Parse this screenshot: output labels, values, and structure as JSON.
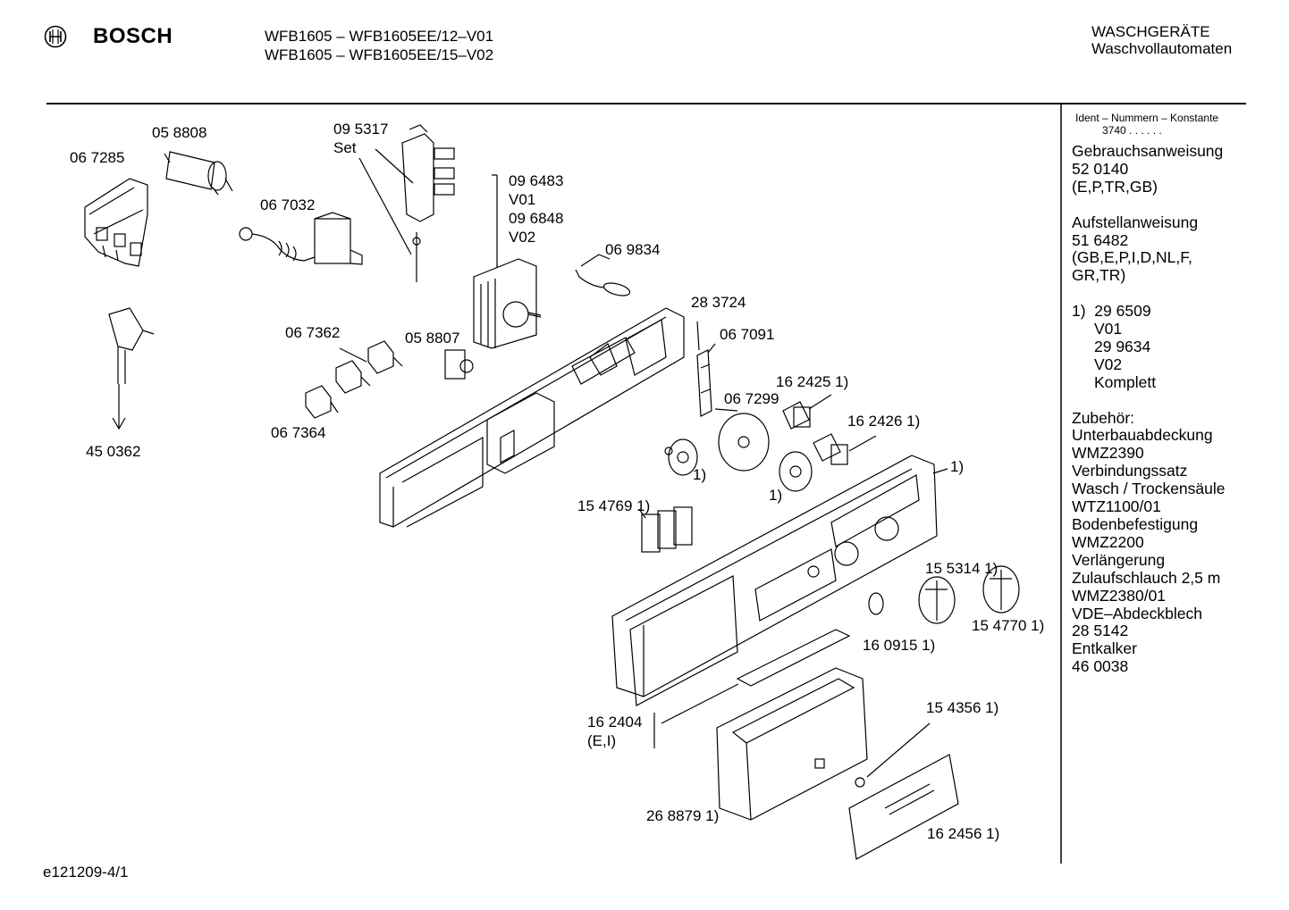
{
  "header": {
    "brand": "BOSCH",
    "models": [
      "WFB1605 – WFB1605EE/12–V01",
      "WFB1605 – WFB1605EE/15–V02"
    ],
    "category": [
      "WASCHGERÄTE",
      "Waschvollautomaten"
    ]
  },
  "ident": {
    "title": "Ident – Nummern – Konstante",
    "value": "3740  .   .    .  .  .  ."
  },
  "side_info": {
    "groups": [
      [
        "Gebrauchsanweisung",
        "52 0140",
        "(E,P,TR,GB)"
      ],
      [
        "Aufstellanweisung",
        "51 6482",
        "(GB,E,P,I,D,NL,F,",
        "GR,TR)"
      ]
    ],
    "note": {
      "marker": "1)",
      "first": "29 6509",
      "rest": [
        "V01",
        "29 9634",
        "V02",
        "Komplett"
      ]
    },
    "accessories": [
      "Zubehör:",
      "Unterbauabdeckung",
      "WMZ2390",
      "Verbindungssatz",
      "Wasch / Trockensäule",
      "WTZ1100/01",
      "Bodenbefestigung",
      "WMZ2200",
      "Verlängerung",
      "Zulaufschlauch 2,5 m",
      "WMZ2380/01",
      "VDE–Abdeckblech",
      "28 5142",
      "Entkalker",
      "46 0038"
    ]
  },
  "parts": {
    "p058808": "05 8808",
    "p067285": "06 7285",
    "p095317": "09 5317",
    "set": "Set",
    "p067032": "06 7032",
    "p096483": "09 6483",
    "v01": "V01",
    "p096848": "09 6848",
    "v02": "V02",
    "p069834": "06 9834",
    "p283724": "28 3724",
    "p067091": "06 7091",
    "p067362": "06 7362",
    "p058807": "05 8807",
    "p067364": "06 7364",
    "p450362": "45 0362",
    "p067299": "06 7299",
    "p162425": "16 2425 1)",
    "p162426": "16 2426 1)",
    "note_a": "1)",
    "note_b": "1)",
    "note_c": "1)",
    "p154769": "15 4769 1)",
    "p155314": "15 5314 1)",
    "p154770": "15 4770 1)",
    "p160915": "16 0915 1)",
    "p162404": "16 2404",
    "ei": "(E,I)",
    "p154356": "15 4356 1)",
    "p268879": "26 8879  1)",
    "p162456": "16 2456 1)"
  },
  "footer": {
    "code": "e121209-4/1"
  }
}
